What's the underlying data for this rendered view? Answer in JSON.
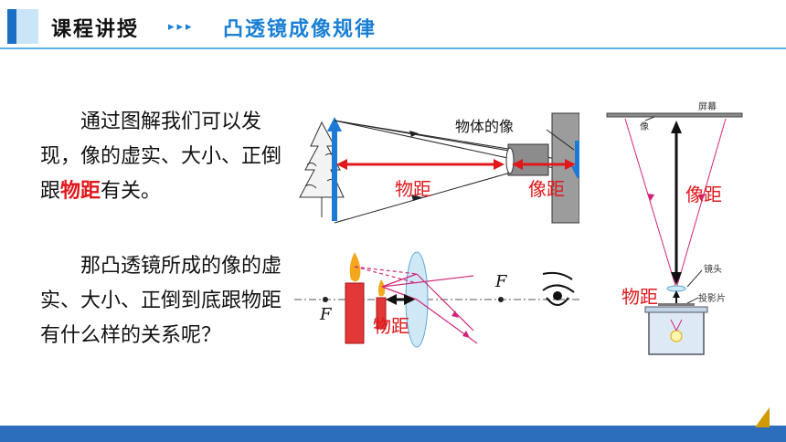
{
  "header": {
    "title": "课程讲授",
    "arrows": "▸▸▸",
    "subtitle": "凸透镜成像规律"
  },
  "paragraphs": {
    "p1_before": "通过图解我们可以发现，像的虚实、大小、正倒跟",
    "p1_highlight": "物距",
    "p1_after": "有关。",
    "p2": "那凸透镜所成的像的虚实、大小、正倒到底跟物距有什么样的关系呢？"
  },
  "figure_camera": {
    "image_label": "物体的像",
    "object_distance": "物距",
    "image_distance": "像距"
  },
  "figure_magnifier": {
    "focal_left": "F",
    "focal_right": "F",
    "object_distance": "物距"
  },
  "figure_projector": {
    "screen": "屏幕",
    "image": "像",
    "image_distance": "像距",
    "lens": "镜头",
    "object_distance": "物距",
    "slide": "投影片"
  }
}
